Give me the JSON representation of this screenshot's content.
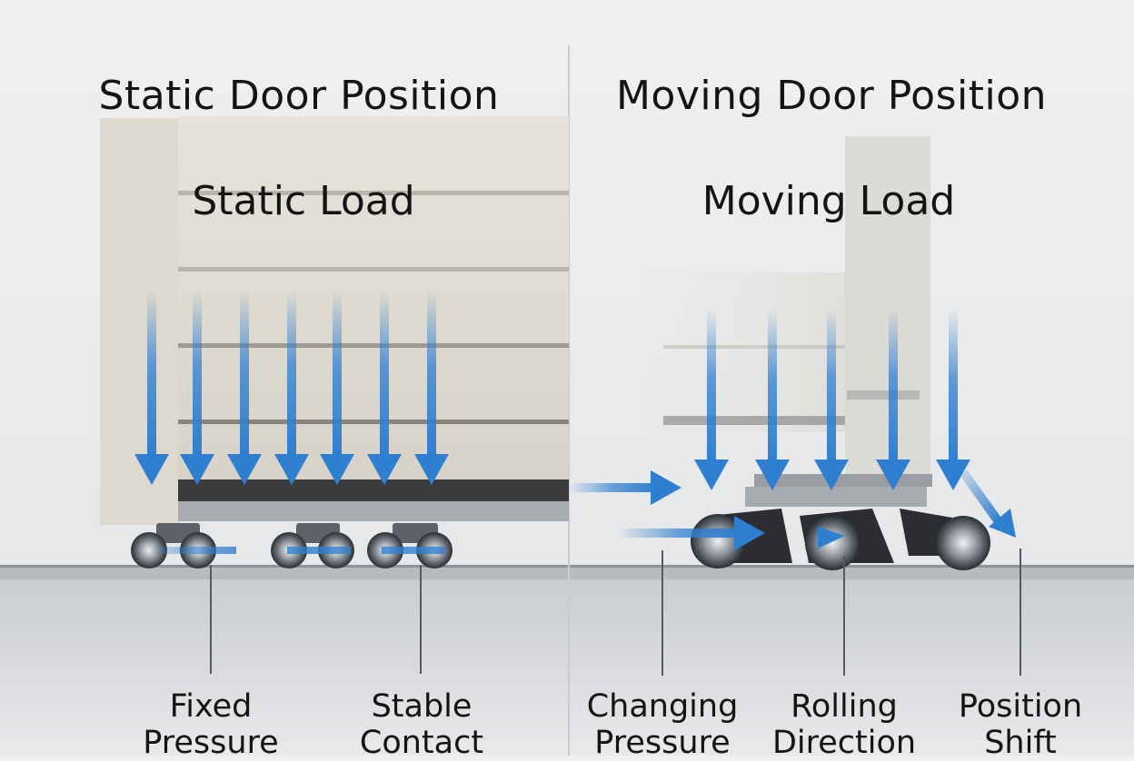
{
  "static": {
    "title": "Static Door Position",
    "load_label": "Static Load",
    "callouts": {
      "fixed": "Fixed\nPressure",
      "stable": "Stable\nContact"
    }
  },
  "moving": {
    "title": "Moving Door Position",
    "load_label": "Moving Load",
    "callouts": {
      "changing": "Changing\nPressure",
      "rolling": "Rolling\nDirection",
      "shift": "Position\nShift"
    }
  },
  "colors": {
    "arrow": "#2f7fd0",
    "door_panel": "#d9d5cb",
    "rail": "#9ea3a8",
    "floor": "#cfd2d5",
    "text": "#141414"
  }
}
